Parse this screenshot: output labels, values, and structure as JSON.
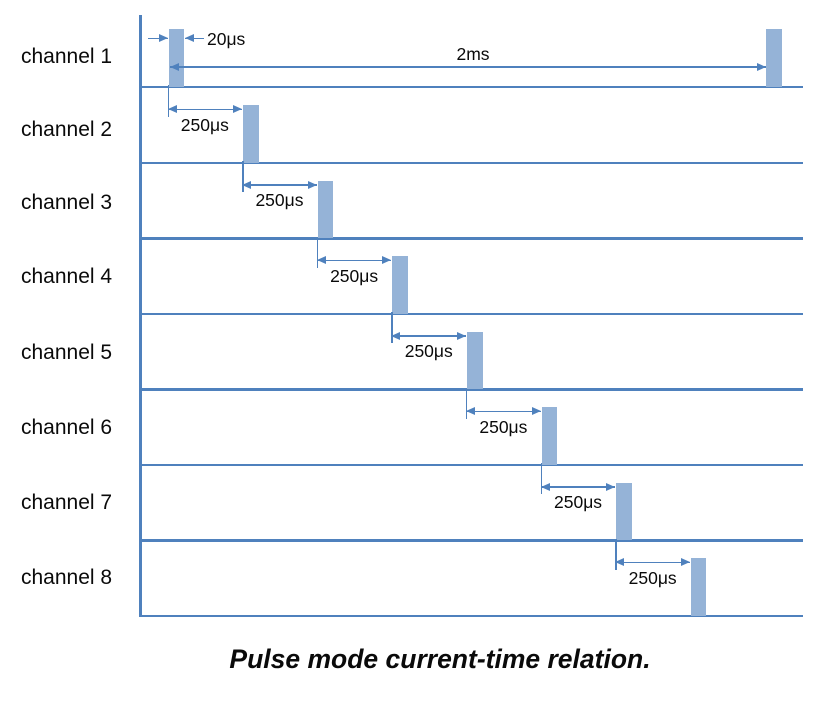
{
  "colors": {
    "line_blue": "#4F81BD",
    "pulse_fill": "#95B3D7",
    "text": "#0a0a0a"
  },
  "timing": {
    "channels": [
      {
        "label": "channel 1"
      },
      {
        "label": "channel 2"
      },
      {
        "label": "channel 3"
      },
      {
        "label": "channel 4"
      },
      {
        "label": "channel 5"
      },
      {
        "label": "channel 6"
      },
      {
        "label": "channel 7"
      },
      {
        "label": "channel 8"
      }
    ],
    "pulse_width_label": "20μs",
    "period_label": "2ms",
    "offset_labels": [
      "250μs",
      "250μs",
      "250μs",
      "250μs",
      "250μs",
      "250μs",
      "250μs"
    ]
  },
  "caption": "Pulse mode current-time relation.",
  "chart_data": {
    "type": "timing",
    "title": "Pulse mode current-time relation.",
    "channels": [
      "channel 1",
      "channel 2",
      "channel 3",
      "channel 4",
      "channel 5",
      "channel 6",
      "channel 7",
      "channel 8"
    ],
    "pulse_width": "20μs",
    "inter_channel_offset": "250μs",
    "repetition_period": "2ms",
    "pulse_start_times_us": [
      0,
      250,
      500,
      750,
      1000,
      1250,
      1500,
      1750
    ],
    "channel1_second_pulse_us": 2000
  }
}
